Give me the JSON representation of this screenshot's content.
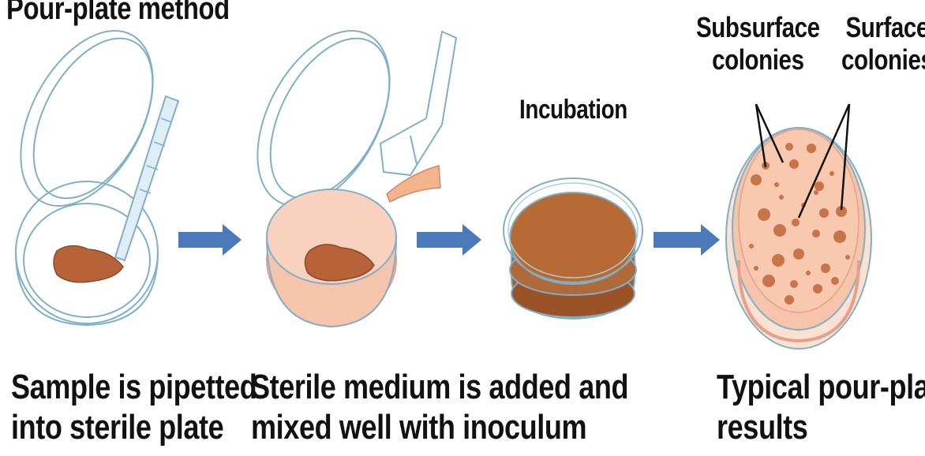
{
  "title": "Pour-plate method",
  "steps": [
    {
      "caption_line1": "Sample is pipetted",
      "caption_line2": "into sterile plate"
    },
    {
      "caption_line1": "Sterile medium is added and",
      "caption_line2": "mixed well with inoculum"
    },
    {
      "label": "Incubation"
    },
    {
      "caption_line1": "Typical pour-plate",
      "caption_line2": "results"
    }
  ],
  "labels": {
    "subsurface_line1": "Subsurface",
    "subsurface_line2": "colonies",
    "surface_line1": "Surface",
    "surface_line2": "colonies"
  },
  "colors": {
    "arrow": "#4a7ab8",
    "glass": "#7fb0c8",
    "medium": "#f6c4aa",
    "sample": "#b8623a",
    "incubated": "#b86a34",
    "colony": "#c8744a"
  }
}
